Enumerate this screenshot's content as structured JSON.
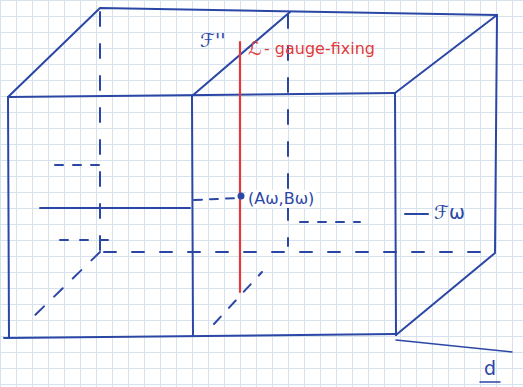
{
  "diagram": {
    "labels": [
      "ℱ''",
      "ℒ",
      "- gauge-fixing",
      "(Aω,Bω)",
      "ℱω",
      "d"
    ]
  }
}
